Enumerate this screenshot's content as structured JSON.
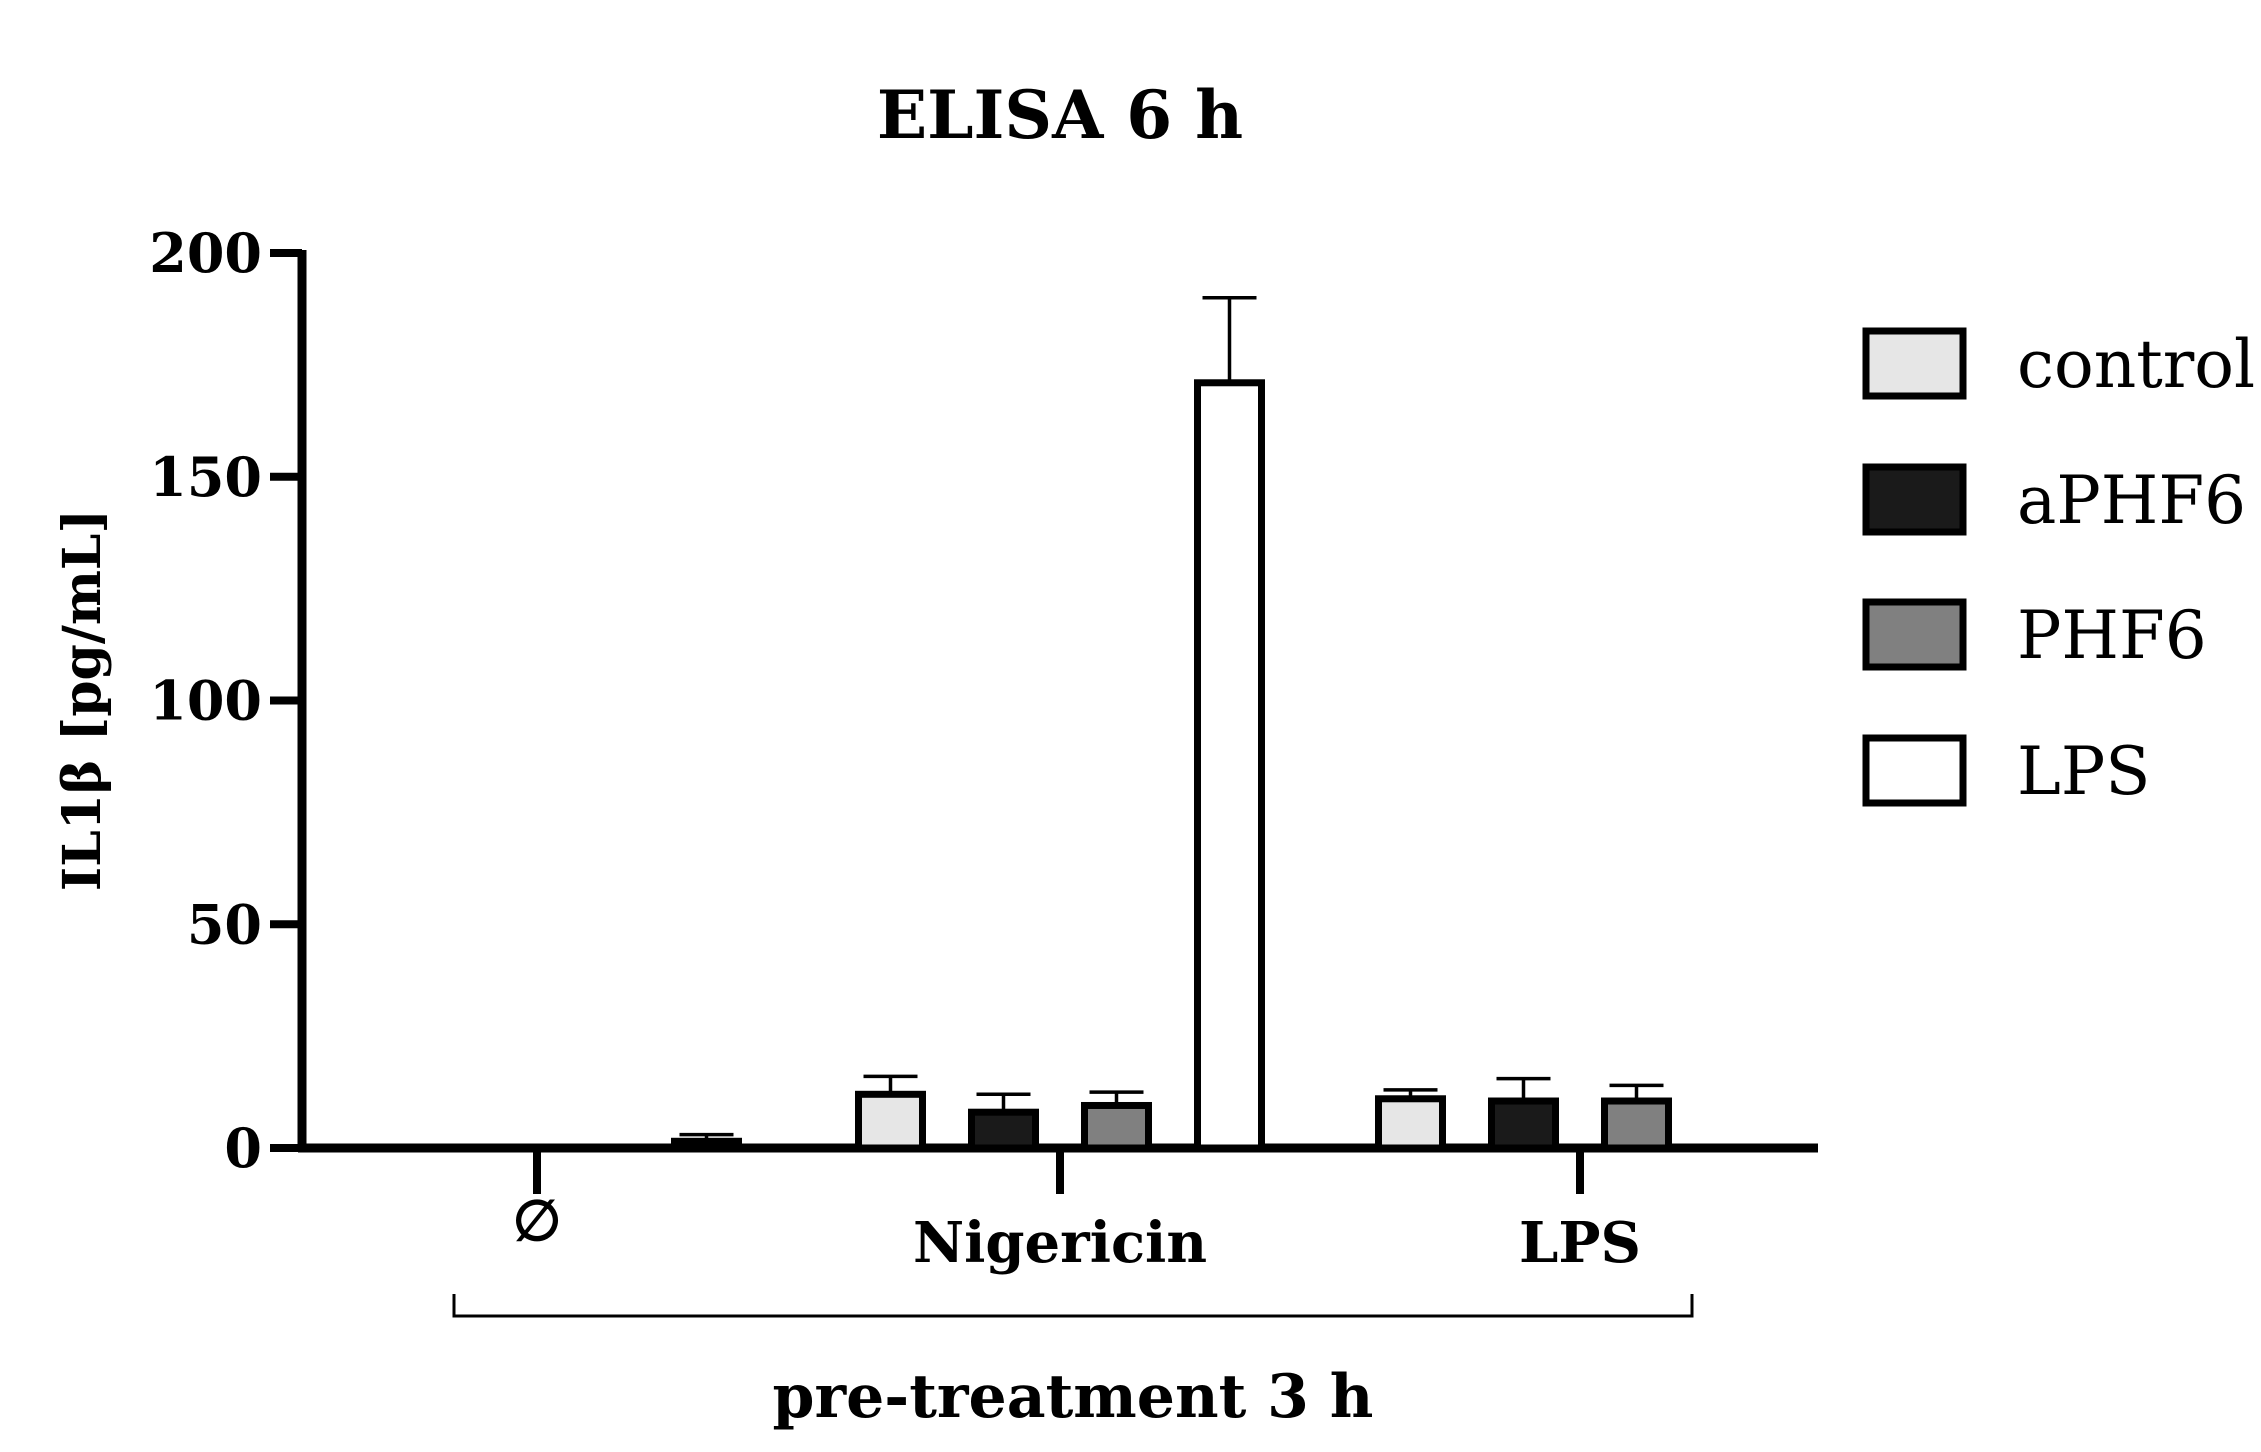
{
  "chart_data": {
    "type": "bar",
    "title": "ELISA 6 h",
    "ylabel": "IL1β [pg/mL]",
    "xlabel": "",
    "ylim": [
      0,
      200
    ],
    "yticks": [
      0,
      50,
      100,
      150,
      200
    ],
    "ytick_labels": [
      "0",
      "50",
      "100",
      "150",
      "200"
    ],
    "categories": [
      "∅",
      "Nigericin",
      "LPS"
    ],
    "series": [
      {
        "name": "control",
        "color": "#e6e6e6",
        "values": [
          0,
          12,
          11
        ],
        "errors": [
          0,
          4,
          2
        ]
      },
      {
        "name": "aPHF6",
        "color": "#1a1a1a",
        "values": [
          0,
          8,
          10.5
        ],
        "errors": [
          0,
          4,
          5
        ]
      },
      {
        "name": "PHF6",
        "color": "#808080",
        "values": [
          0,
          9.5,
          10.5
        ],
        "errors": [
          0,
          3,
          3.5
        ]
      },
      {
        "name": "LPS",
        "color": "#ffffff",
        "values": [
          1.5,
          171,
          null
        ],
        "errors": [
          1.5,
          19,
          null
        ]
      }
    ],
    "group_bracket": {
      "label": "pre-treatment 3 h",
      "from": "∅",
      "to": "LPS"
    },
    "legend": "right",
    "grid": false
  }
}
